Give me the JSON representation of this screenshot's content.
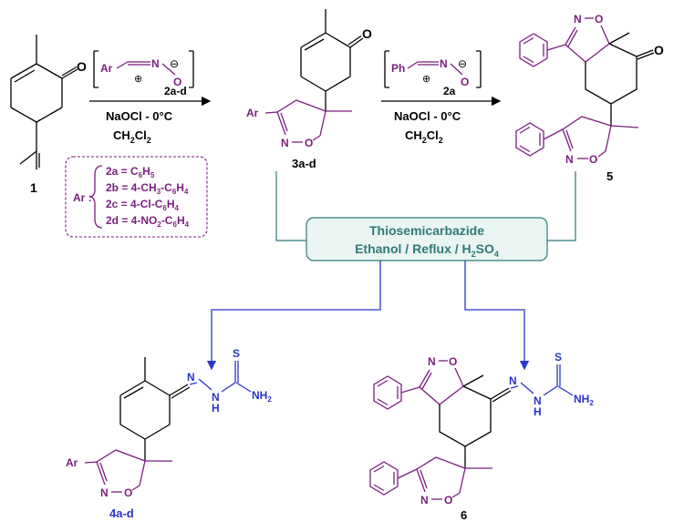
{
  "compounds": {
    "c1": "1",
    "c3": "3a-d",
    "c5": "5",
    "c4": "4a-d",
    "c6": "6"
  },
  "atoms": {
    "O": "O",
    "N": "N",
    "S": "S",
    "H": "H",
    "NH2": "NH",
    "two": "2",
    "Ar": "Ar",
    "Ph": "Ph",
    "minus": "⊖",
    "plus": "⊕"
  },
  "step1": {
    "reagent_label": "2a-d",
    "cond1": "NaOCl - 0°C",
    "cond2a": "CH",
    "cond2b": "Cl"
  },
  "step2": {
    "reagent_label": "2a",
    "cond1": "NaOCl - 0°C",
    "cond2a": "CH",
    "cond2b": "Cl"
  },
  "ar_box": {
    "label": "Ar :",
    "items": [
      {
        "p": "2a = C",
        "s1": "6",
        "m": "H",
        "s2": "5",
        "e": ""
      },
      {
        "p": "2b = 4-CH",
        "s1": "3",
        "m": "-C",
        "s2": "6",
        "e": "H",
        "s3": "4"
      },
      {
        "p": "2c = 4-Cl-C",
        "s1": "6",
        "m": "H",
        "s2": "4",
        "e": ""
      },
      {
        "p": "2d = 4-NO",
        "s1": "2",
        "m": "-C",
        "s2": "6",
        "e": "H",
        "s3": "4"
      }
    ]
  },
  "thio": {
    "line1": "Thiosemicarbazide",
    "line2a": "Ethanol / Reflux / H",
    "sub1": "2",
    "line2b": "SO",
    "sub2": "4"
  },
  "colors": {
    "purple": "#7a1f7e",
    "blue": "#2a35c9",
    "teal": "#2e7a78",
    "box_fill": "#eaf4f3"
  }
}
